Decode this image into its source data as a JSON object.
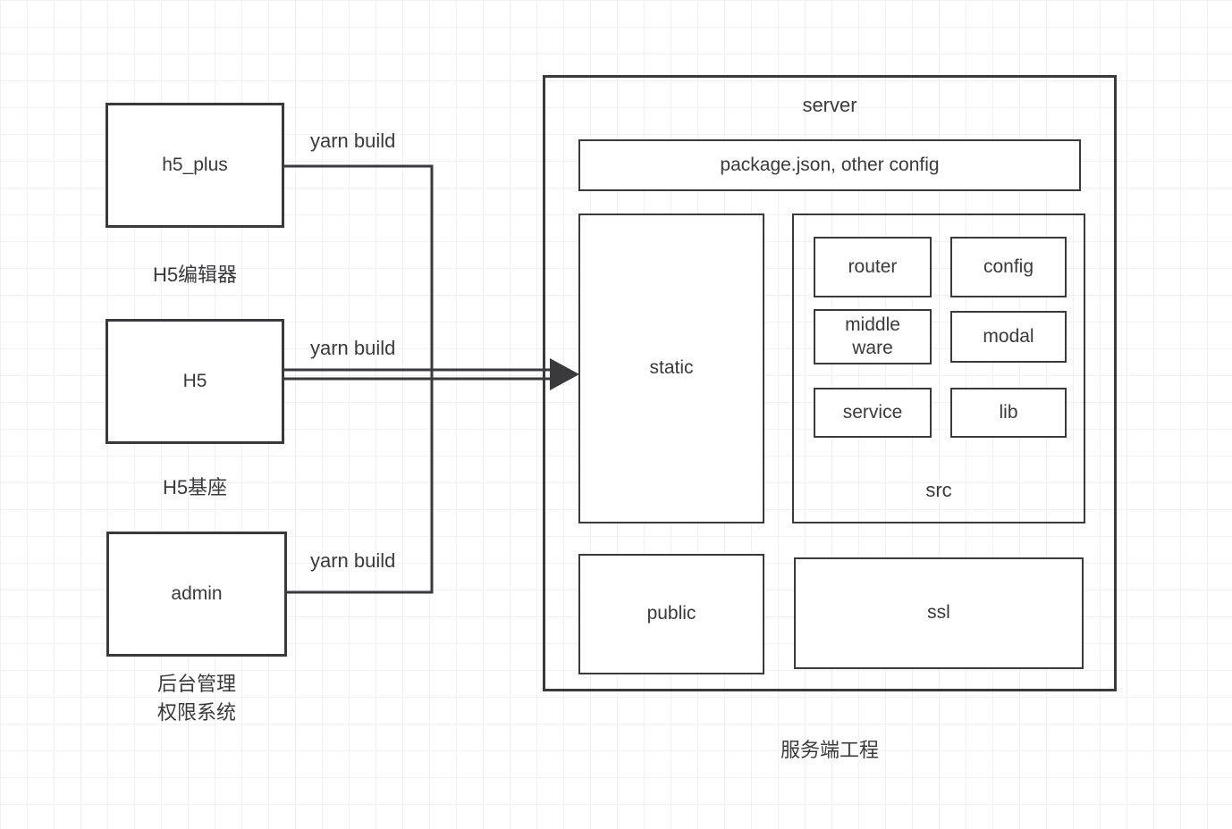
{
  "diagram": {
    "modules": {
      "h5_plus": {
        "label": "h5_plus",
        "caption": "H5编辑器",
        "build_label": "yarn build"
      },
      "h5": {
        "label": "H5",
        "caption": "H5基座",
        "build_label": "yarn build"
      },
      "admin": {
        "label": "admin",
        "caption": "后台管理\n权限系统",
        "build_label": "yarn build"
      }
    },
    "server": {
      "title": "server",
      "config_file": "package.json, other config",
      "static": "static",
      "src": {
        "label": "src",
        "router": "router",
        "config": "config",
        "middleware": "middle\nware",
        "modal": "modal",
        "service": "service",
        "lib": "lib"
      },
      "public": "public",
      "ssl": "ssl",
      "caption": "服务端工程"
    },
    "line_color": "#3a3a3c"
  }
}
